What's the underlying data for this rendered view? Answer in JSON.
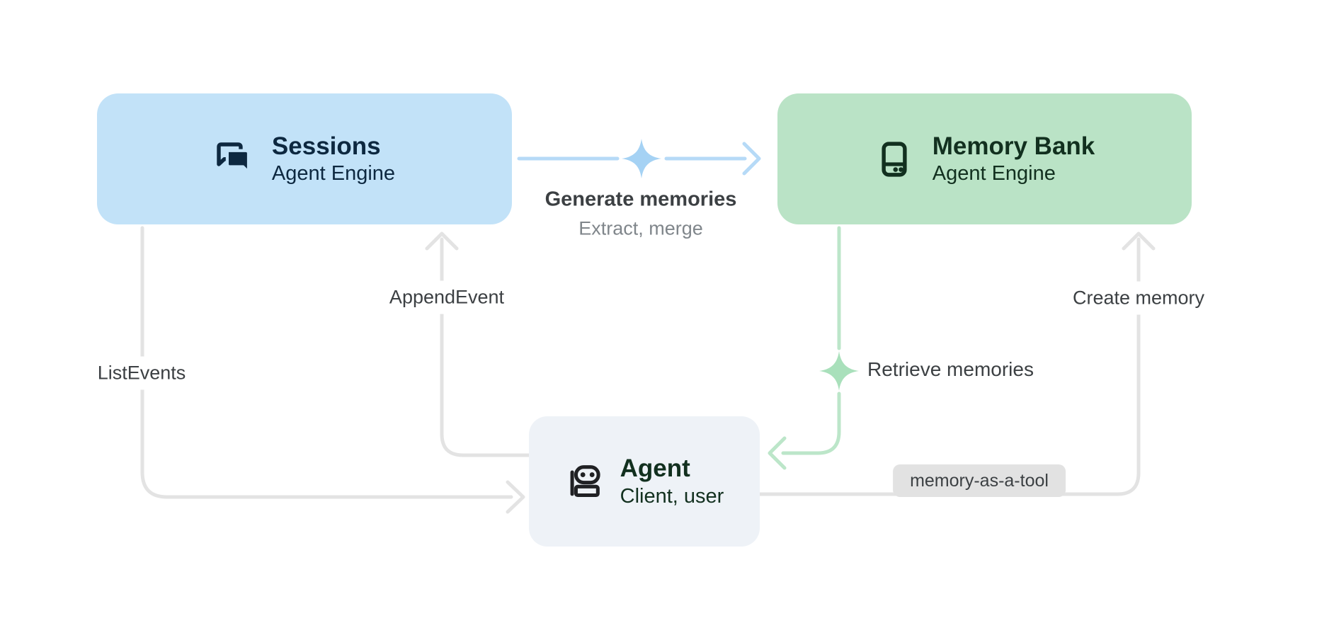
{
  "app": {
    "type": "architecture-diagram"
  },
  "palette": {
    "sessions_fill": "#C2E2F8",
    "memory_bank_fill": "#BAE3C6",
    "agent_fill": "#EEF2F7",
    "navy_text": "#0D2840",
    "dark_green_text": "#12301F",
    "label_text": "#3C4043",
    "muted_text": "#80868B",
    "gray_line": "#E3E3E3",
    "blue_line": "#B6DAF7",
    "blue_sparkle": "#A5D2F4",
    "green_line": "#BCE6C9",
    "green_sparkle": "#A9E0BB",
    "badge_fill": "#E2E2E2"
  },
  "nodes": {
    "sessions": {
      "title": "Sessions",
      "subtitle": "Agent Engine",
      "icon": "chat-forum-icon"
    },
    "memory_bank": {
      "title": "Memory Bank",
      "subtitle": "Agent Engine",
      "icon": "memory-storage-icon"
    },
    "agent": {
      "title": "Agent",
      "subtitle": "Client, user",
      "icon": "robot-icon"
    }
  },
  "edges": {
    "generate_memories": {
      "label": "Generate memories",
      "sublabel": "Extract, merge",
      "from": "sessions",
      "to": "memory_bank",
      "style": "blue-with-sparkle"
    },
    "append_event": {
      "label": "AppendEvent",
      "from": "agent",
      "to": "sessions",
      "style": "gray"
    },
    "list_events": {
      "label": "ListEvents",
      "from": "sessions",
      "to": "agent",
      "style": "gray"
    },
    "retrieve_memories": {
      "label": "Retrieve memories",
      "from": "memory_bank",
      "to": "agent",
      "style": "green-with-sparkle"
    },
    "create_memory": {
      "label": "Create memory",
      "from": "agent",
      "to": "memory_bank",
      "style": "gray"
    },
    "memory_as_a_tool": {
      "label": "memory-as-a-tool"
    }
  }
}
